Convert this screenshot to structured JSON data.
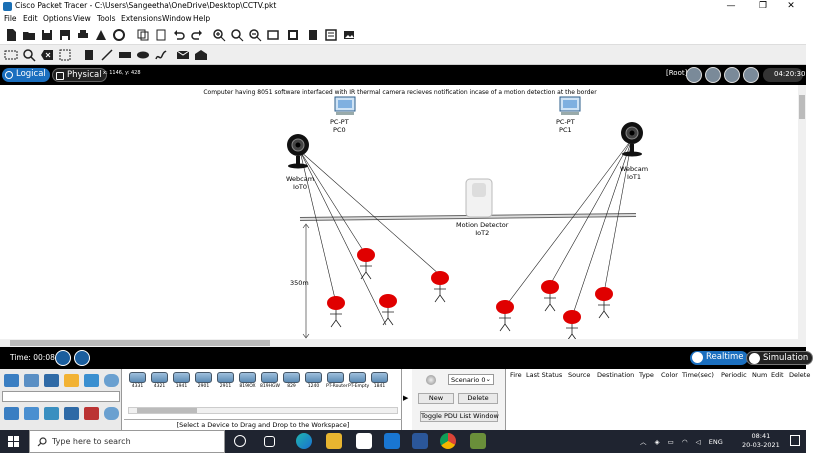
{
  "window": {
    "title": "Cisco Packet Tracer - C:\\Users\\Sangeetha\\OneDrive\\Desktop\\CCTV.pkt",
    "minimize_glyph": "—",
    "maximize_glyph": "❐",
    "close_glyph": "✕"
  },
  "menu": [
    "File",
    "Edit",
    "Options",
    "View",
    "Tools",
    "Extensions",
    "Window",
    "Help"
  ],
  "help_glyph": "?",
  "tabs": {
    "logical": "Logical",
    "physical": "Physical",
    "coords": "x: 1146, y: 428",
    "root": "[Root]",
    "clock": "04:20:30"
  },
  "workspace": {
    "note": "Computer having 8051 software interfaced with IR thermal camera recieves notification incase of a motion detection at the border",
    "devices": [
      {
        "type": "PC-PT",
        "name": "PC0"
      },
      {
        "type": "PC-PT",
        "name": "PC1"
      },
      {
        "type": "Webcam",
        "name": "IoT0"
      },
      {
        "type": "Webcam",
        "name": "IoT1"
      },
      {
        "type": "Motion Detector",
        "name": "IoT2"
      }
    ],
    "distance_label": "350m"
  },
  "timebar": {
    "time": "Time: 00:08:25",
    "realtime": "Realtime",
    "simulation": "Simulation"
  },
  "device_list": [
    "4331",
    "4321",
    "1941",
    "2901",
    "2911",
    "819IOX",
    "819HGW",
    "829",
    "1240",
    "PT-Router",
    "PT-Empty",
    "1841"
  ],
  "device_help": "[Select a Device to Drag and Drop to the Workspace]",
  "scenario": {
    "selected": "Scenario 0",
    "new": "New",
    "delete": "Delete",
    "toggle": "Toggle PDU List Window"
  },
  "pdu_columns": [
    "Fire",
    "Last Status",
    "Source",
    "Destination",
    "Type",
    "Color",
    "Time(sec)",
    "Periodic",
    "Num",
    "Edit",
    "Delete"
  ],
  "taskbar": {
    "search_placeholder": "Type here to search",
    "lang": "ENG",
    "time": "08:41",
    "date": "20-03-2021"
  },
  "colors": {
    "tab_blue": "#1b6fbf",
    "target_red": "#e00000",
    "taskbar": "#1f2430"
  }
}
